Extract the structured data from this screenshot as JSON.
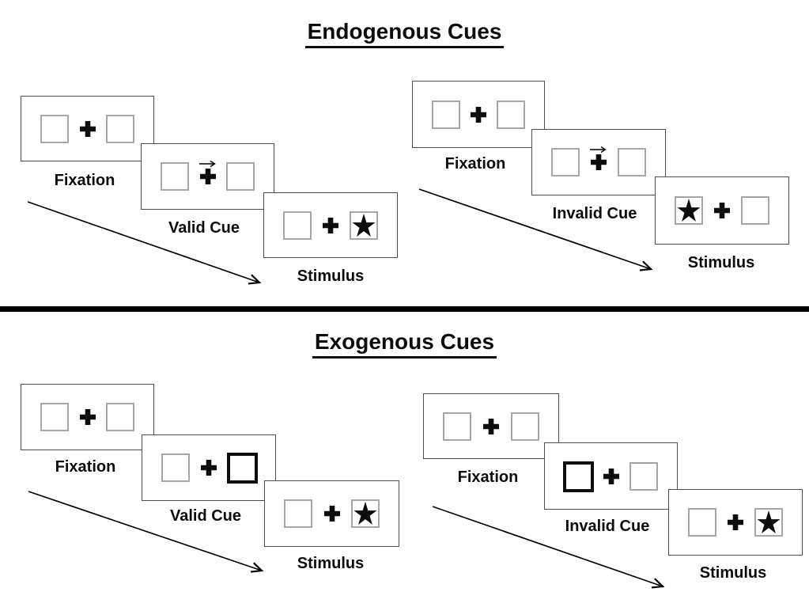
{
  "titles": {
    "endogenous": "Endogenous Cues",
    "exogenous": "Exogenous Cues"
  },
  "groups": [
    {
      "name": "endogenous-valid",
      "cue_type": "central-arrow-pointing-right",
      "stimulus_side": "right",
      "panels": [
        {
          "label": "Fixation",
          "content": "two-empty-boxes-with-cross"
        },
        {
          "label": "Valid Cue",
          "content": "arrow-above-cross"
        },
        {
          "label": "Stimulus",
          "content": "star-in-right-box"
        }
      ]
    },
    {
      "name": "endogenous-invalid",
      "cue_type": "central-arrow-pointing-right",
      "stimulus_side": "left",
      "panels": [
        {
          "label": "Fixation",
          "content": "two-empty-boxes-with-cross"
        },
        {
          "label": "Invalid Cue",
          "content": "arrow-above-cross"
        },
        {
          "label": "Stimulus",
          "content": "star-in-left-box"
        }
      ]
    },
    {
      "name": "exogenous-valid",
      "cue_type": "right-box-highlighted",
      "stimulus_side": "right",
      "panels": [
        {
          "label": "Fixation",
          "content": "two-empty-boxes-with-cross"
        },
        {
          "label": "Valid Cue",
          "content": "thick-right-box"
        },
        {
          "label": "Stimulus",
          "content": "star-in-right-box"
        }
      ]
    },
    {
      "name": "exogenous-invalid",
      "cue_type": "left-box-highlighted",
      "stimulus_side": "right",
      "panels": [
        {
          "label": "Fixation",
          "content": "two-empty-boxes-with-cross"
        },
        {
          "label": "Invalid Cue",
          "content": "thick-left-box"
        },
        {
          "label": "Stimulus",
          "content": "star-in-right-box"
        }
      ]
    }
  ],
  "icons": {
    "fixation-cross-icon": "✚",
    "arrow-cue-icon": "→",
    "star-icon": "★",
    "timeline-arrow-icon": "↘"
  },
  "colors": {
    "background": "#ffffff",
    "ink": "#000000",
    "panel_border": "#4d4d4d",
    "square_border": "#a6a6a6",
    "cue_highlight_border": "#0d0d0d",
    "divider": "#000000"
  }
}
